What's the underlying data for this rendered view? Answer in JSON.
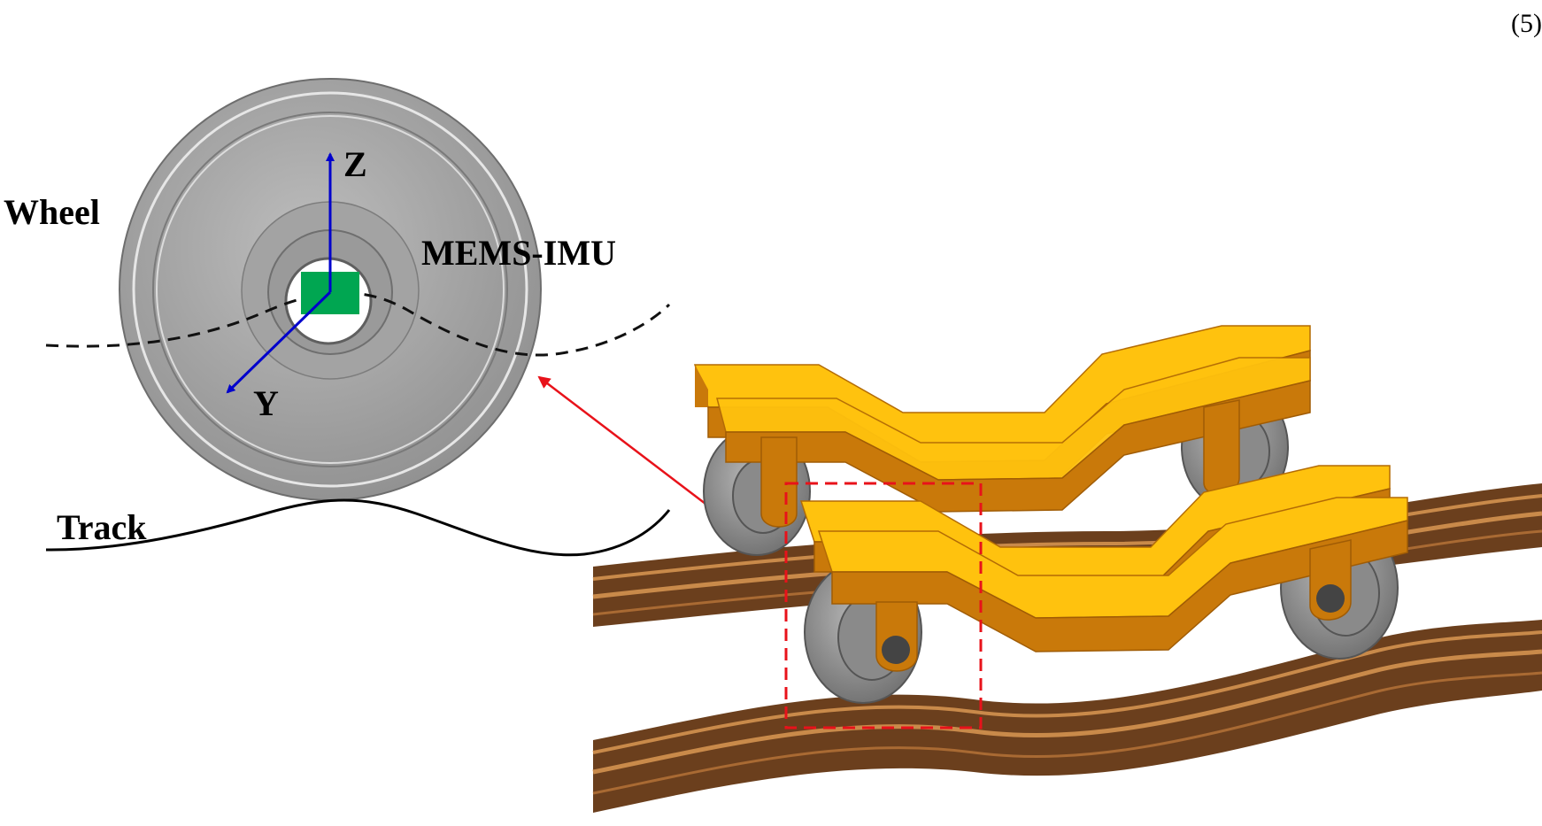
{
  "equation_number": "(5)",
  "labels": {
    "wheel": "Wheel",
    "imu": "MEMS-IMU",
    "track": "Track",
    "axis_z": "Z",
    "axis_y": "Y"
  },
  "colors": {
    "wheel_fill": "#a9a9a9",
    "wheel_edge": "#6e6e6e",
    "imu_fill": "#00a651",
    "axis": "#0000cc",
    "pointer": "#e8121a",
    "bogie_top": "#ffc20e",
    "bogie_side": "#c9790a",
    "rail_dark": "#6b3f1d",
    "rail_light": "#c98a4a"
  }
}
